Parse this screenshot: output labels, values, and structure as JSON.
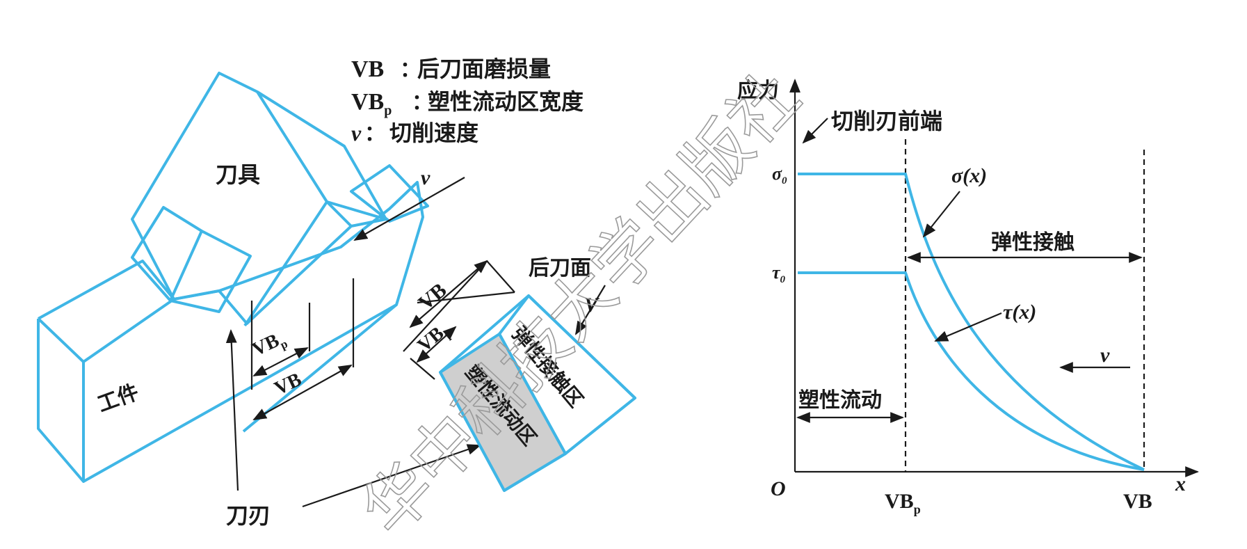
{
  "legend": {
    "vb": {
      "sym": "VB",
      "text": "后刀面磨损量"
    },
    "vbp": {
      "sym": "VB",
      "sub": "p",
      "text": "塑性流动区宽度"
    },
    "v": {
      "sym": "v",
      "text": "切削速度"
    }
  },
  "left": {
    "tool_label": "刀具",
    "workpiece_label": "工件",
    "edge_label": "刀刃",
    "flank_label": "后刀面",
    "v_label": "v",
    "V_label": "V",
    "vbp_label": "VB",
    "vbp_sub": "p",
    "vb_label": "VB",
    "elastic_zone": "弹性接触区",
    "plastic_zone": "塑性流动区"
  },
  "right": {
    "y_axis": "应力",
    "x_axis": "x",
    "origin": "O",
    "front_edge": "切削刃前端",
    "sigma0": "σ",
    "sigma0_sub": "0",
    "tau0": "τ",
    "tau0_sub": "0",
    "sigma_curve": "σ(x)",
    "tau_curve": "τ(x)",
    "elastic_contact": "弹性接触",
    "plastic_flow": "塑性流动",
    "v_label": "v",
    "tick_vbp": "VB",
    "tick_vbp_sub": "p",
    "tick_vb": "VB"
  },
  "watermark": "华中科技大学出版社",
  "colors": {
    "accent": "#3fb6e6",
    "plastic_fill": "#cfcfcf",
    "ink": "#1a1a1a"
  }
}
